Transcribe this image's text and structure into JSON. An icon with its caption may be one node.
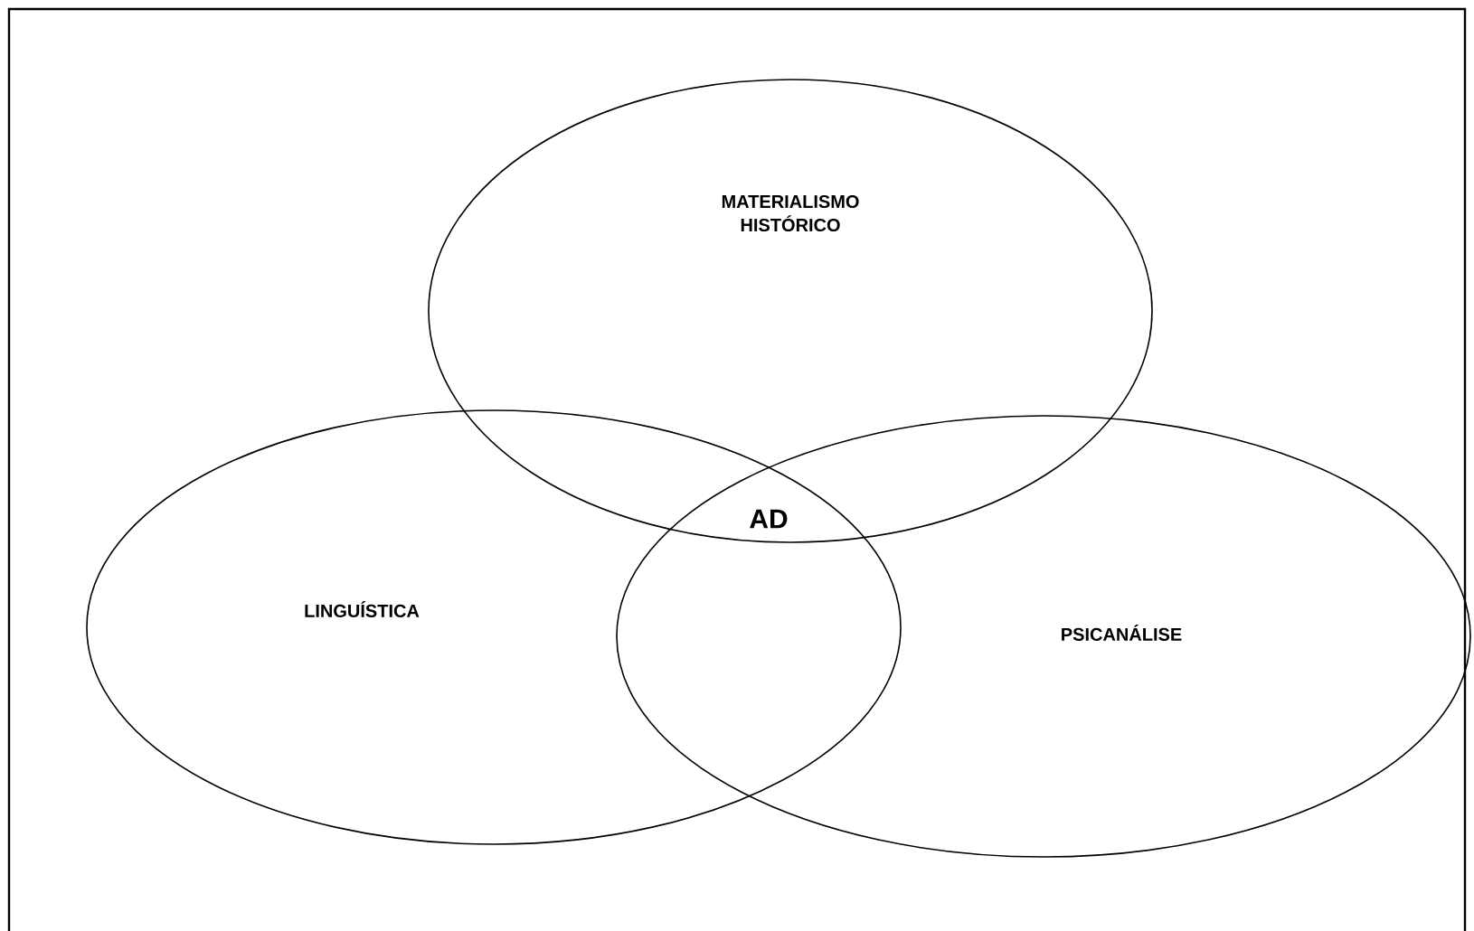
{
  "diagram": {
    "nodes": [
      {
        "text": [
          "MATERIALISMO HISTÓRICO"
        ]
      },
      {
        "text": [
          "LINGUÍSTICA"
        ]
      },
      {
        "text": [
          "PSICANÁLISE"
        ]
      }
    ],
    "labels": [
      "AD"
    ]
  }
}
